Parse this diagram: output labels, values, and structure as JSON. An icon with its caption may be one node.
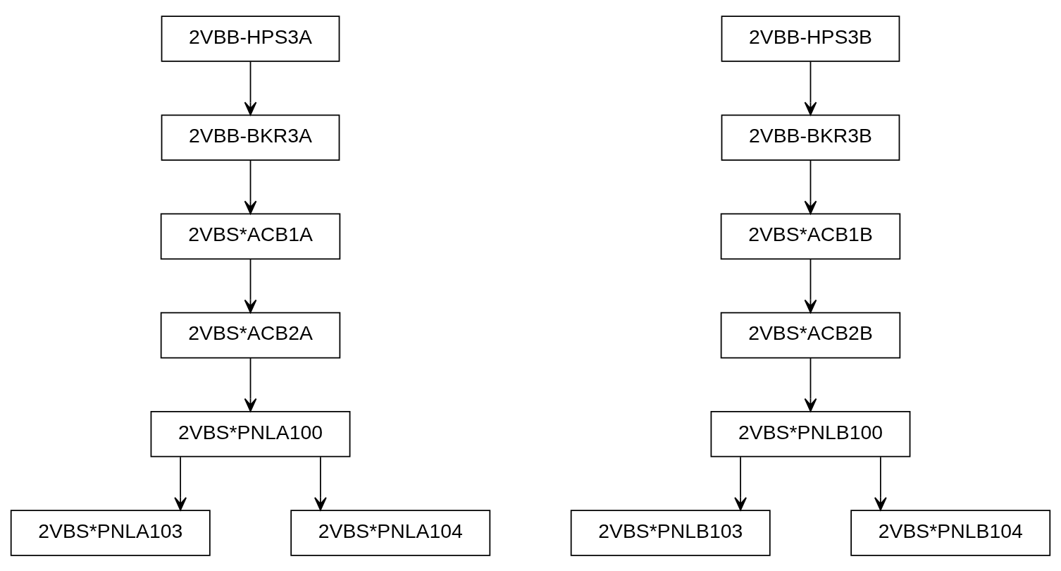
{
  "diagram": {
    "nodes": [
      {
        "text": [
          "2VBB-HPS3A"
        ]
      },
      {
        "text": [
          "2VBB-BKR3A"
        ]
      },
      {
        "text": [
          "2VBS*ACB1A"
        ]
      },
      {
        "text": [
          "2VBS*ACB2A"
        ]
      },
      {
        "text": [
          "2VBS*PNLA100"
        ]
      },
      {
        "text": [
          "2VBS*PNLA103"
        ]
      },
      {
        "text": [
          "2VBS*PNLA104"
        ]
      },
      {
        "text": [
          "2VBB-HPS3B"
        ]
      },
      {
        "text": [
          "2VBB-BKR3B"
        ]
      },
      {
        "text": [
          "2VBS*ACB1B"
        ]
      },
      {
        "text": [
          "2VBS*ACB2B"
        ]
      },
      {
        "text": [
          "2VBS*PNLB100"
        ]
      },
      {
        "text": [
          "2VBS*PNLB103"
        ]
      },
      {
        "text": [
          "2VBS*PNLB104"
        ]
      }
    ],
    "edges": [
      {
        "from": 0,
        "to": 1,
        "arrow": "to"
      },
      {
        "from": 1,
        "to": 2,
        "arrow": "to"
      },
      {
        "from": 2,
        "to": 3,
        "arrow": "to"
      },
      {
        "from": 3,
        "to": 4,
        "arrow": "to"
      },
      {
        "from": 4,
        "to": 5,
        "arrow": "to"
      },
      {
        "from": 4,
        "to": 6,
        "arrow": "to"
      },
      {
        "from": 7,
        "to": 8,
        "arrow": "to"
      },
      {
        "from": 8,
        "to": 9,
        "arrow": "to"
      },
      {
        "from": 9,
        "to": 10,
        "arrow": "to"
      },
      {
        "from": 10,
        "to": 11,
        "arrow": "to"
      },
      {
        "from": 11,
        "to": 12,
        "arrow": "to"
      },
      {
        "from": 11,
        "to": 13,
        "arrow": "to"
      }
    ]
  }
}
